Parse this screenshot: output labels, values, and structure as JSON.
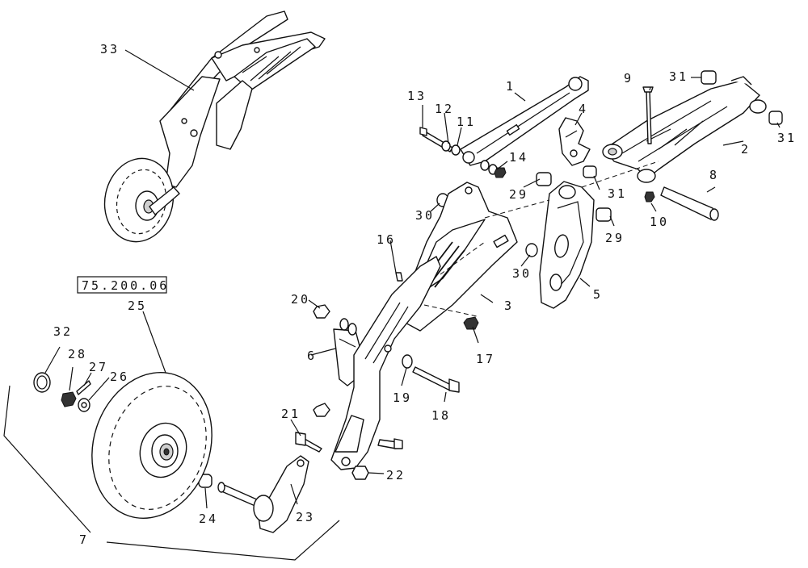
{
  "reference": "75.200.06",
  "callouts": {
    "c1": "1",
    "c2": "2",
    "c3": "3",
    "c4": "4",
    "c5": "5",
    "c6": "6",
    "c7": "7",
    "c8": "8",
    "c9": "9",
    "c10": "10",
    "c11": "11",
    "c12": "12",
    "c13": "13",
    "c14": "14",
    "c16": "16",
    "c17": "17",
    "c18": "18",
    "c19": "19",
    "c20": "20",
    "c21": "21",
    "c22": "22",
    "c23": "23",
    "c24": "24",
    "c25": "25",
    "c26": "26",
    "c27": "27",
    "c28": "28",
    "c29a": "29",
    "c29b": "29",
    "c30a": "30",
    "c30b": "30",
    "c31a": "31",
    "c31b": "31",
    "c31c": "31",
    "c32": "32",
    "c33": "33"
  }
}
